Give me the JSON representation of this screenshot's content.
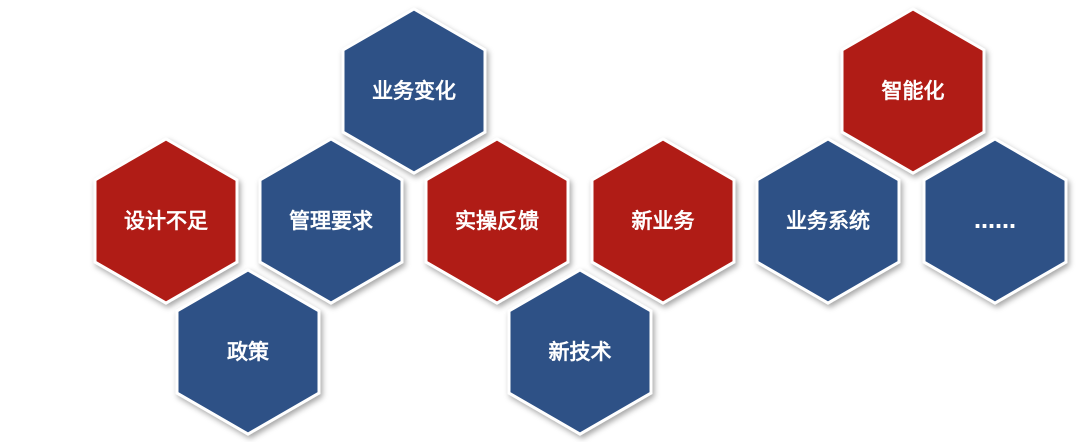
{
  "colors": {
    "red": "#b01e14",
    "blue": "#2d5186"
  },
  "hexagons": [
    {
      "id": "business-change",
      "label": "业务变化",
      "color": "blue"
    },
    {
      "id": "insufficient-design",
      "label": "设计不足",
      "color": "red"
    },
    {
      "id": "management-requirements",
      "label": "管理要求",
      "color": "blue"
    },
    {
      "id": "policy",
      "label": "政策",
      "color": "blue"
    },
    {
      "id": "operation-feedback",
      "label": "实操反馈",
      "color": "red"
    },
    {
      "id": "new-business",
      "label": "新业务",
      "color": "red"
    },
    {
      "id": "new-technology",
      "label": "新技术",
      "color": "blue"
    },
    {
      "id": "intelligentization",
      "label": "智能化",
      "color": "red"
    },
    {
      "id": "business-system",
      "label": "业务系统",
      "color": "blue"
    },
    {
      "id": "more",
      "label": "……",
      "color": "blue"
    }
  ]
}
